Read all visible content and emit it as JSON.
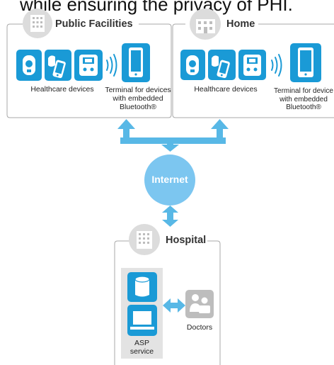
{
  "header": {
    "text": "while ensuring the privacy of PHI."
  },
  "sections": {
    "public": {
      "title": "Public Facilities",
      "devices_label": "Healthcare devices",
      "terminal_label": [
        "Terminal for devices",
        "with embedded",
        "Bluetooth®"
      ]
    },
    "home": {
      "title": "Home",
      "devices_label": "Healthcare devices",
      "terminal_label": [
        "Terminal for device",
        "with embedded",
        "Bluetooth®"
      ]
    },
    "internet": {
      "label": "Internet"
    },
    "hospital": {
      "title": "Hospital",
      "asp_label": [
        "ASP",
        "service"
      ],
      "doctors_label": "Doctors"
    }
  },
  "colors": {
    "accent_blue": "#1a9ad6",
    "arrow_blue": "#58b8e6",
    "internet_blue": "#7cc6f0",
    "grey_icon": "#bdbdbd",
    "panel_grey": "#e3e3e3",
    "frame_grey": "#a9a9a9"
  },
  "icons": [
    "glucometer-icon",
    "blood-pressure-icon",
    "scale-icon",
    "bluetooth-waves-icon",
    "terminal-icon",
    "building-icon",
    "house-icon",
    "hospital-icon",
    "database-icon",
    "laptop-icon",
    "doctors-icon"
  ]
}
